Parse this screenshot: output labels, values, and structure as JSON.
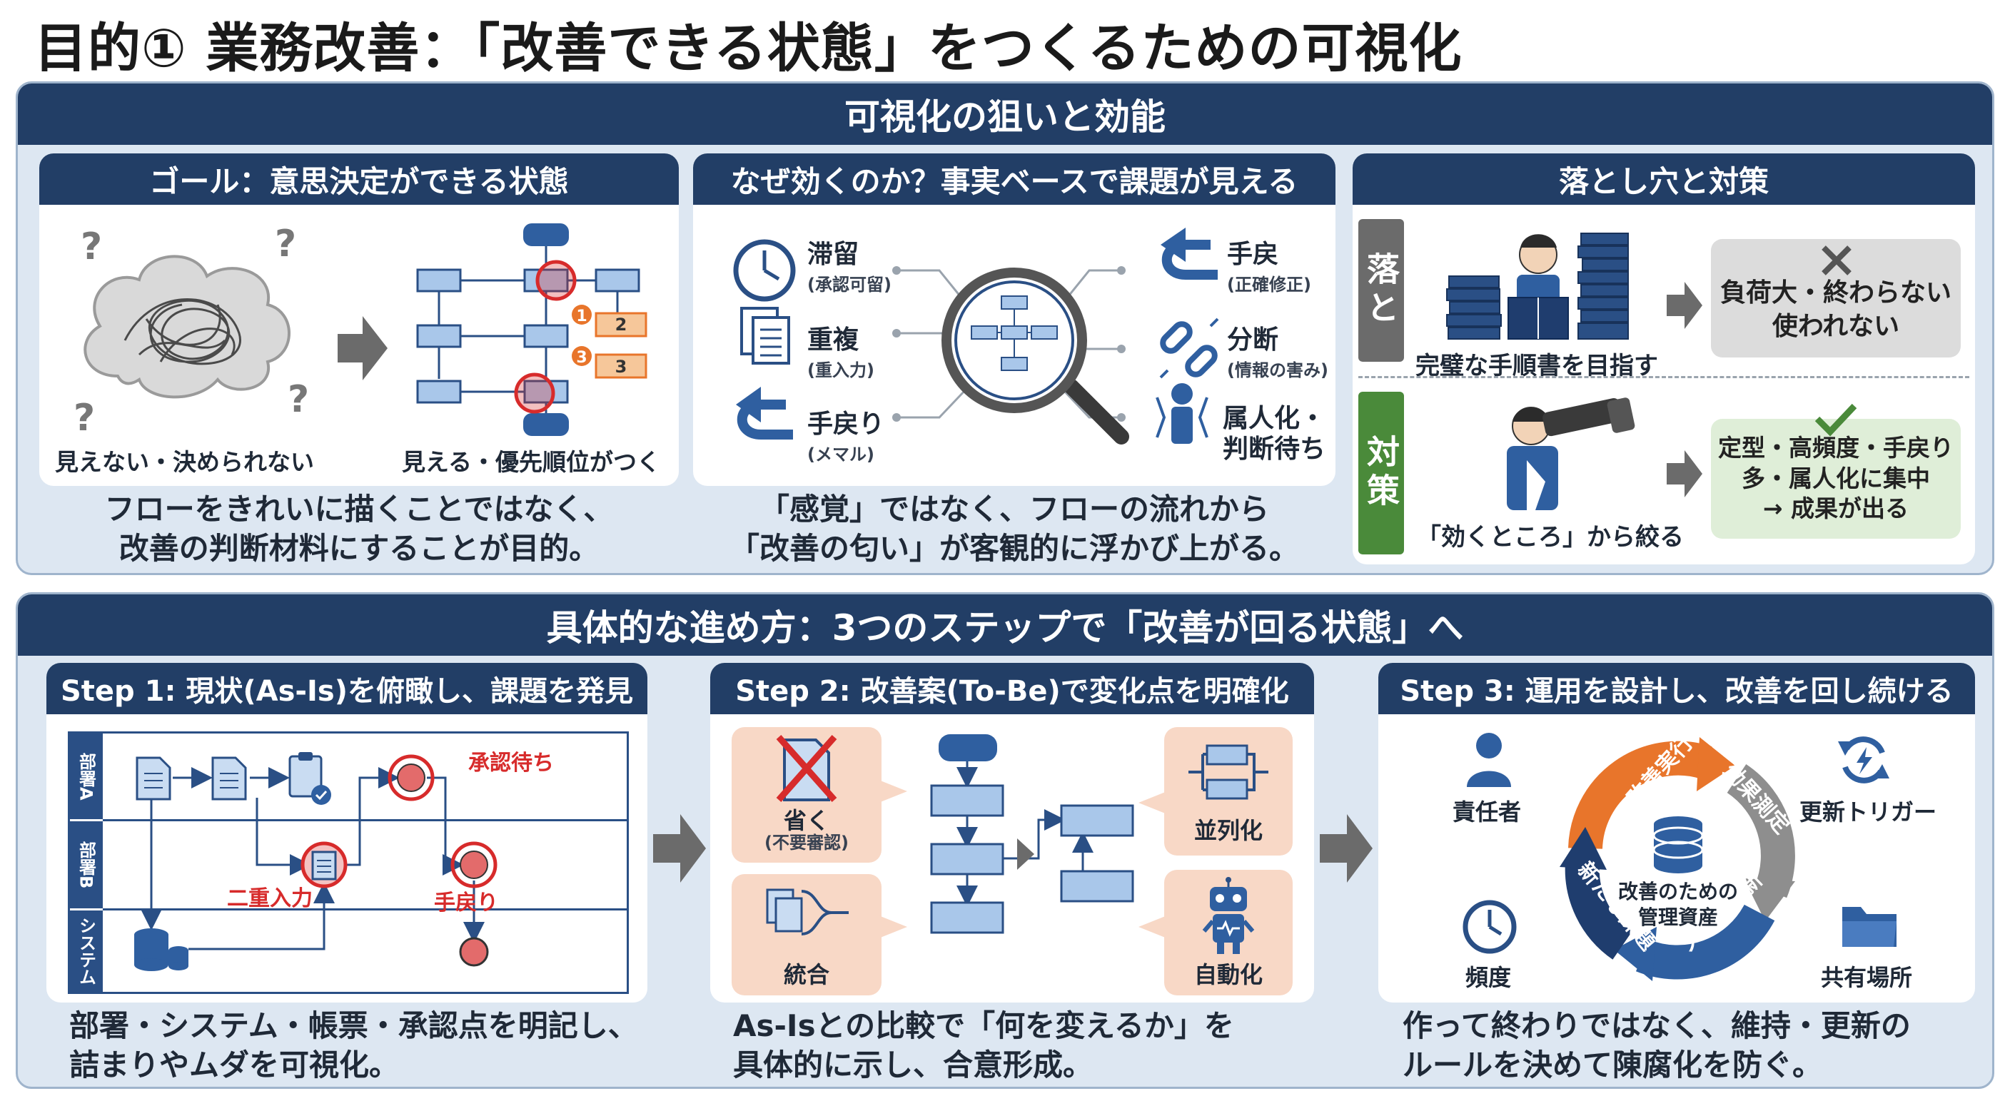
{
  "page_title": "目的① 業務改善：「改善できる状態」をつくるための可視化",
  "section1": {
    "title": "可視化の狙いと効能",
    "goal": {
      "title": "ゴール：意思決定ができる状態",
      "left_label": "見えない・決められない",
      "right_label": "見える・優先順位がつく",
      "badge1": "1",
      "badge2": "2",
      "badge3": "3",
      "badge4": "3",
      "question_mark": "?",
      "caption_line1": "フローをきれいに描くことではなく、",
      "caption_line2": "改善の判断材料にすることが目的。"
    },
    "why": {
      "title": "なぜ効くのか？事実ベースで課題が見える",
      "items": [
        {
          "label": "滞留",
          "sub": "(承認可留)"
        },
        {
          "label": "重複",
          "sub": "(重入力)"
        },
        {
          "label": "手戻り",
          "sub": "(メマル)"
        },
        {
          "label": "手戻",
          "sub": "(正確修正)"
        },
        {
          "label": "分断",
          "sub": "(情報の害み)"
        },
        {
          "label": "属人化・",
          "sub": "判断待ち"
        }
      ],
      "caption_line1": "「感覚」ではなく、フローの流れから",
      "caption_line2": "「改善の匂い」が客観的に浮かび上がる。"
    },
    "pitfalls": {
      "title": "落とし穴と対策",
      "pitfall_tag": "落と",
      "pitfall_label": "完璧な手順書を目指す",
      "pitfall_result_line1": "負荷大・終わらない",
      "pitfall_result_line2": "使われない",
      "measure_tag": "対策",
      "measure_label": "「効くところ」から絞る",
      "measure_result_line1": "定型・高頻度・手戻り",
      "measure_result_line2": "多・属人化に集中",
      "measure_result_line3": "→ 成果が出る"
    }
  },
  "section2": {
    "title": "具体的な進め方：3つのステップで「改善が回る状態」へ",
    "step1": {
      "title": "Step 1: 現状(As-Is)を俯瞰し、課題を発見",
      "lanes": [
        "部署A",
        "部署B",
        "システム"
      ],
      "red_labels": [
        "承認待ち",
        "二重入力",
        "手戻り"
      ],
      "caption_line1": "部署・システム・帳票・承認点を明記し、",
      "caption_line2": "詰まりやムダを可視化。"
    },
    "step2": {
      "title": "Step 2: 改善案(To-Be)で変化点を明確化",
      "omit_label": "省く",
      "omit_sub": "(不要審認)",
      "merge_label": "統合",
      "parallel_label": "並列化",
      "automate_label": "自動化",
      "caption_line1": "As-Isとの比較で「何を変えるか」を",
      "caption_line2": "具体的に示し、合意形成。"
    },
    "step3": {
      "title": "Step 3: 運用を設計し、改善を回し続ける",
      "owner": "責任者",
      "trigger": "更新トリガー",
      "frequency": "頻度",
      "shared": "共有場所",
      "cycle_top": "改善実行",
      "cycle_right": "効果測定",
      "cycle_bottom": "フロー更新",
      "cycle_left": "新たな課題",
      "center_line1": "改善のための",
      "center_line2": "管理資産",
      "caption_line1": "作って終わりではなく、維持・更新の",
      "caption_line2": "ルールを決めて陳腐化を防ぐ。"
    }
  },
  "colors": {
    "navy": "#223e66",
    "blue": "#2a4f85",
    "light_blue": "#9fc0e3",
    "red": "#d72b2b",
    "orange": "#e8752b",
    "green": "#4a8a3a",
    "gray": "#6b6b6b"
  }
}
